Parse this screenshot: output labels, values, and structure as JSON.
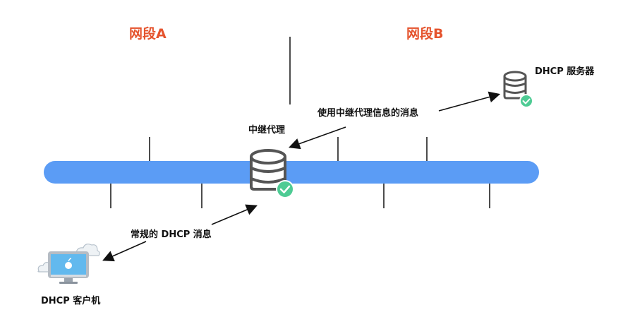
{
  "segments": {
    "a": "网段A",
    "b": "网段B"
  },
  "labels": {
    "relay": "中继代理",
    "server": "DHCP 服务器",
    "client": "DHCP 客户机",
    "relay_message": "使用中继代理信息的消息",
    "regular_message": "常规的 DHCP 消息"
  },
  "colors": {
    "bus": "#5b9cf5",
    "segment_title": "#e5532d",
    "check_badge": "#4ecb94",
    "server_stroke": "#555555"
  },
  "icons": [
    "database-icon",
    "check-icon",
    "computer-icon",
    "apple-logo-icon",
    "cloud-icon"
  ]
}
